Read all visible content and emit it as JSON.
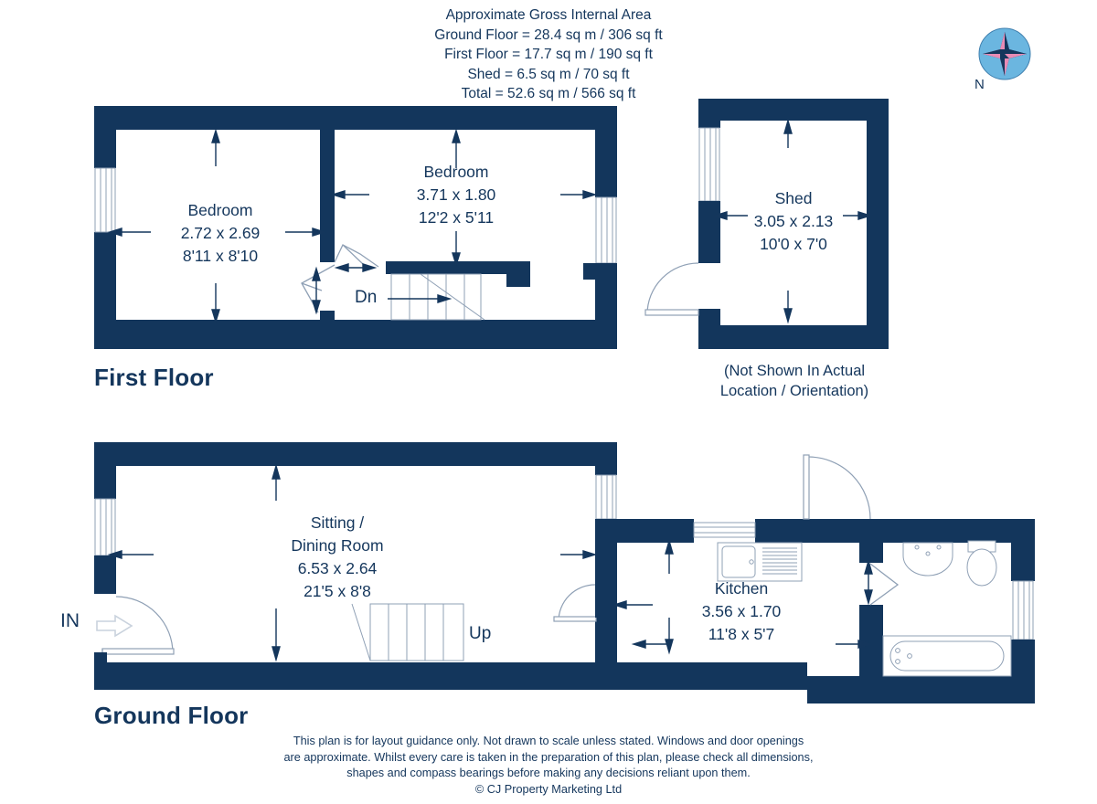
{
  "area_summary": {
    "title": "Approximate Gross Internal Area",
    "lines": [
      "Ground Floor = 28.4 sq m / 306 sq ft",
      "First Floor = 17.7 sq m / 190 sq ft",
      "Shed = 6.5 sq m / 70 sq ft",
      "Total = 52.6 sq m / 566 sq ft"
    ]
  },
  "compass": {
    "label": "N",
    "icon": "compass-rose-icon",
    "circle_color": "#6bb6e0",
    "star_light": "#e88bb5",
    "star_dark": "#14365c"
  },
  "colors": {
    "wall": "#13365c",
    "text": "#14365c",
    "thin_line": "#9aa8bb",
    "fixture_line": "#7f8fa6"
  },
  "floors": [
    {
      "id": "first-floor",
      "title": "First Floor",
      "rooms": [
        {
          "id": "bedroom-1",
          "name": "Bedroom",
          "metric": "2.72 x 2.69",
          "imperial": "8'11 x 8'10"
        },
        {
          "id": "bedroom-2",
          "name": "Bedroom",
          "metric": "3.71 x 1.80",
          "imperial": "12'2 x 5'11"
        }
      ],
      "stair_label": "Dn"
    },
    {
      "id": "ground-floor",
      "title": "Ground Floor",
      "rooms": [
        {
          "id": "sitting-dining-room",
          "name": "Sitting /\nDining Room",
          "name_line1": "Sitting /",
          "name_line2": "Dining Room",
          "metric": "6.53 x 2.64",
          "imperial": "21'5 x 8'8"
        },
        {
          "id": "kitchen",
          "name": "Kitchen",
          "metric": "3.56 x 1.70",
          "imperial": "11'8 x 5'7"
        }
      ],
      "stair_label": "Up",
      "entrance_label": "IN"
    }
  ],
  "shed": {
    "id": "shed",
    "name": "Shed",
    "metric": "3.05 x 2.13",
    "imperial": "10'0 x 7'0",
    "note_line1": "(Not Shown In Actual",
    "note_line2": "Location / Orientation)"
  },
  "disclaimer": {
    "line1": "This plan is for layout guidance only. Not drawn to scale unless stated. Windows and door openings",
    "line2": "are approximate. Whilst every care is taken in the preparation of this plan, please check all dimensions,",
    "line3": "shapes and compass bearings before making any decisions reliant upon them.",
    "copyright": "© CJ Property Marketing Ltd"
  }
}
